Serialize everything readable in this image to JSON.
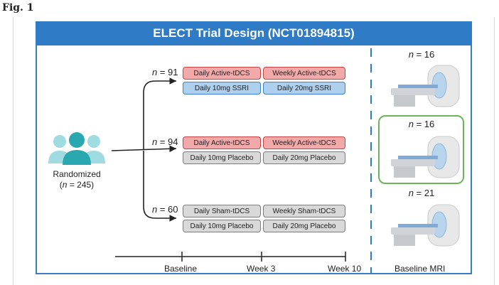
{
  "figure_label": "Fig. 1",
  "title": "ELECT Trial Design (NCT01894815)",
  "randomized": {
    "label": "Randomized",
    "n_text": "(n = 245)"
  },
  "arms": [
    {
      "n": "n = 91",
      "row1": [
        "Daily Active-tDCS",
        "Weekly Active-tDCS"
      ],
      "row2": [
        "Daily 10mg SSRI",
        "Daily 20mg SSRI"
      ],
      "row1_color": "red",
      "row2_color": "blue"
    },
    {
      "n": "n = 94",
      "row1": [
        "Daily Active-tDCS",
        "Weekly Active-tDCS"
      ],
      "row2": [
        "Daily 10mg Placebo",
        "Daily 20mg Placebo"
      ],
      "row1_color": "red",
      "row2_color": "gray"
    },
    {
      "n": "n = 60",
      "row1": [
        "Daily Sham-tDCS",
        "Weekly Sham-tDCS"
      ],
      "row2": [
        "Daily 10mg Placebo",
        "Daily 20mg Placebo"
      ],
      "row1_color": "gray",
      "row2_color": "gray"
    }
  ],
  "mri_groups": [
    {
      "n": "n = 16"
    },
    {
      "n": "n = 16",
      "highlighted": true
    },
    {
      "n": "n = 21"
    }
  ],
  "timeline": [
    "Baseline",
    "Week 3",
    "Week 10"
  ],
  "mri_footer": "Baseline MRI",
  "colors": {
    "header": "#2f7bc6",
    "red": "#f2a9a9",
    "blue": "#aed0ef",
    "gray": "#d9d9d9",
    "highlight": "#6db35a",
    "people": "#2aa8b0"
  }
}
